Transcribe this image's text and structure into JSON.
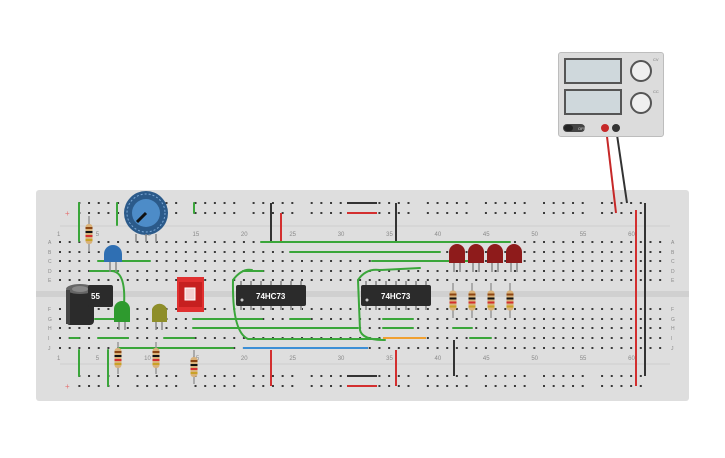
{
  "breadboard": {
    "column_numbers": [
      "1",
      "5",
      "10",
      "15",
      "20",
      "25",
      "30",
      "35",
      "40",
      "45",
      "50",
      "55",
      "60"
    ],
    "row_letters_top": [
      "A",
      "B",
      "C",
      "D",
      "E"
    ],
    "row_letters_bottom": [
      "F",
      "G",
      "H",
      "I",
      "J"
    ],
    "rail_plus": "+",
    "rail_minus": "−"
  },
  "components": {
    "timer_chip_label": "55",
    "flipflop_chip_1_label": "74HC73",
    "flipflop_chip_2_label": "74HC73"
  },
  "power_supply": {
    "knob_voltage_caption": "CV",
    "knob_current_caption": "CC",
    "switch_label": "OFF"
  },
  "colors": {
    "board": "#dedede",
    "wire_green": "#3aa63a",
    "wire_red": "#d32f2f",
    "wire_black": "#333333",
    "wire_blue": "#3d8fd6",
    "wire_orange": "#f0a030",
    "led_red": "#8e1b1b",
    "led_green": "#2e9a2e",
    "led_blue": "#2f6fb3",
    "led_yellow": "#8e8e2a",
    "chip": "#2b2b2b",
    "pot_body": "#2b5a8a"
  }
}
